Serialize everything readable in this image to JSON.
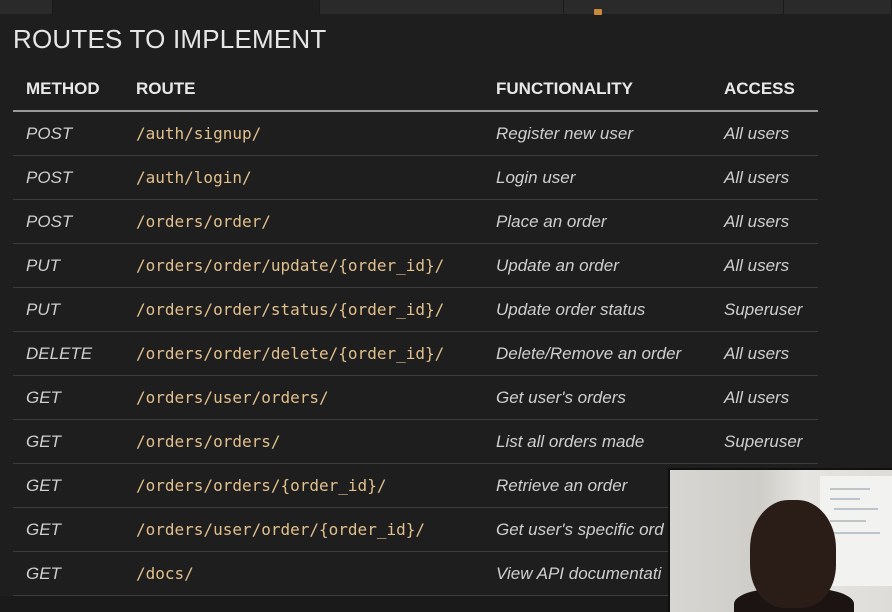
{
  "slide": {
    "title": "ROUTES TO IMPLEMENT"
  },
  "table": {
    "headers": {
      "method": "METHOD",
      "route": "ROUTE",
      "functionality": "FUNCTIONALITY",
      "access": "ACCESS"
    },
    "rows": [
      {
        "method": "POST",
        "route": "/auth/signup/",
        "functionality": "Register new user",
        "access": "All users"
      },
      {
        "method": "POST",
        "route": "/auth/login/",
        "functionality": "Login user",
        "access": "All users"
      },
      {
        "method": "POST",
        "route": "/orders/order/",
        "functionality": "Place an order",
        "access": "All users"
      },
      {
        "method": "PUT",
        "route": "/orders/order/update/{order_id}/",
        "functionality": "Update an order",
        "access": "All users"
      },
      {
        "method": "PUT",
        "route": "/orders/order/status/{order_id}/",
        "functionality": "Update order status",
        "access": "Superuser"
      },
      {
        "method": "DELETE",
        "route": "/orders/order/delete/{order_id}/",
        "functionality": "Delete/Remove an order",
        "access": "All users"
      },
      {
        "method": "GET",
        "route": "/orders/user/orders/",
        "functionality": "Get user's orders",
        "access": "All users"
      },
      {
        "method": "GET",
        "route": "/orders/orders/",
        "functionality": "List all orders made",
        "access": "Superuser"
      },
      {
        "method": "GET",
        "route": "/orders/orders/{order_id}/",
        "functionality": "Retrieve an order",
        "access": ""
      },
      {
        "method": "GET",
        "route": "/orders/user/order/{order_id}/",
        "functionality": "Get user's specific ord",
        "access": ""
      },
      {
        "method": "GET",
        "route": "/docs/",
        "functionality": "View API documentati",
        "access": ""
      }
    ]
  },
  "colors": {
    "background": "#1e1e1e",
    "route_text": "#e2c08d",
    "header_rule": "#9a9a9a"
  }
}
